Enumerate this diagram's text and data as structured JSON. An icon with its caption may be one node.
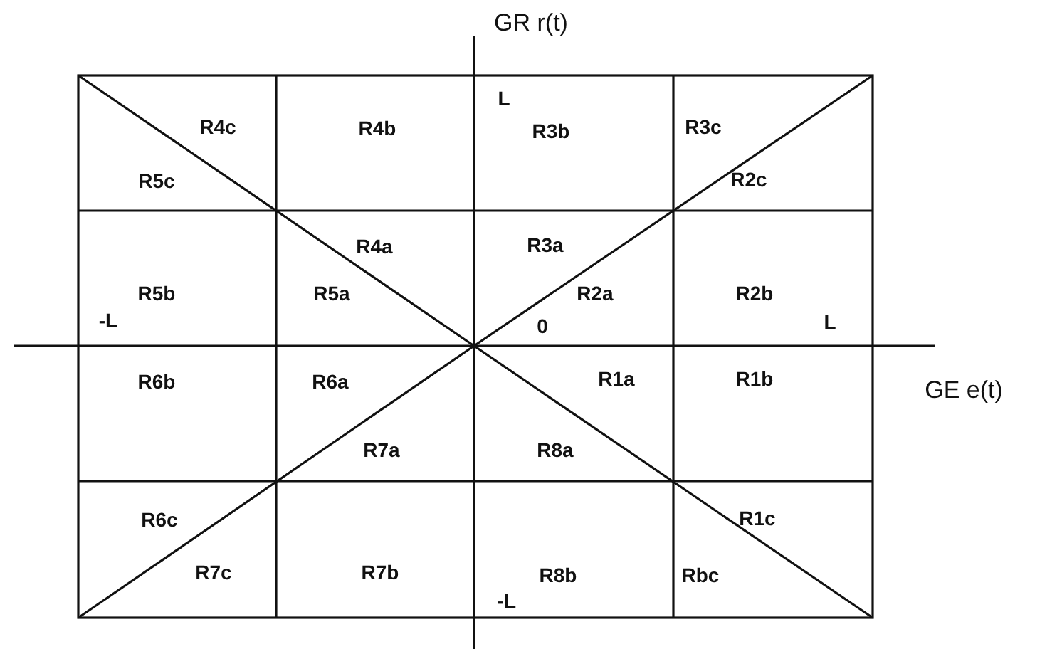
{
  "diagram": {
    "labels": [
      "GR r(t)",
      "L",
      "R4c",
      "R4b",
      "R3b",
      "R3c",
      "R5c",
      "R2c",
      "R4a",
      "R3a",
      "R5b",
      "R5a",
      "R2a",
      "R2b",
      "-L",
      "0",
      "L",
      "R6b",
      "R6a",
      "R1a",
      "R1b",
      "GE e(t)",
      "R7a",
      "R8a",
      "R6c",
      "R1c",
      "R7c",
      "R7b",
      "R8b",
      "Rbc",
      "-L"
    ]
  }
}
